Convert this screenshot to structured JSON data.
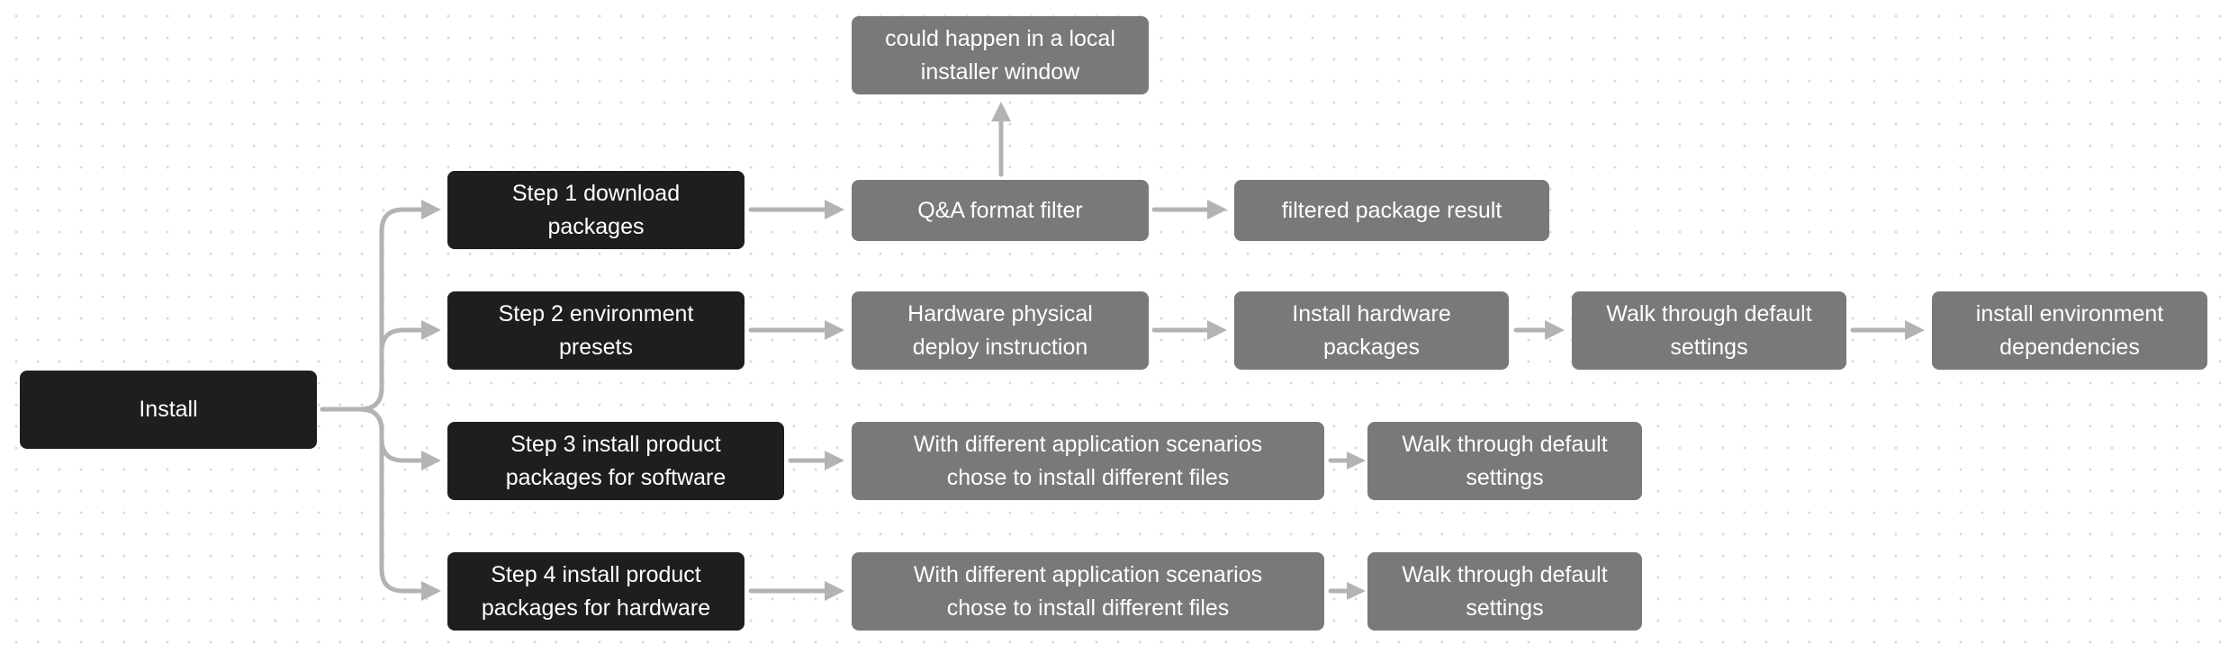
{
  "nodes": {
    "install": "Install",
    "step1": "Step 1  download\npackages",
    "step2": "Step 2 environment\npresets",
    "step3": "Step 3 install product\npackages for software",
    "step4": "Step 4 install product\npackages for hardware",
    "local_installer": "could happen in a local\ninstaller window",
    "qa_filter": "Q&A format filter",
    "filtered_result": "filtered package result",
    "hw_deploy": "Hardware physical\ndeploy instruction",
    "install_hw_pkgs": "Install hardware\npackages",
    "walk_default_1": "Walk through default\nsettings",
    "env_deps": "install environment\ndependencies",
    "scenarios_sw": "With different application scenarios\nchose to install different files",
    "walk_default_sw": "Walk through default\nsettings",
    "scenarios_hw": "With different application scenarios\nchose to install different files",
    "walk_default_hw": "Walk through default\nsettings"
  },
  "colors": {
    "primary_node": "#1e1e1e",
    "secondary_node": "#797979",
    "connector": "#b3b3b3",
    "text": "#ffffff"
  }
}
